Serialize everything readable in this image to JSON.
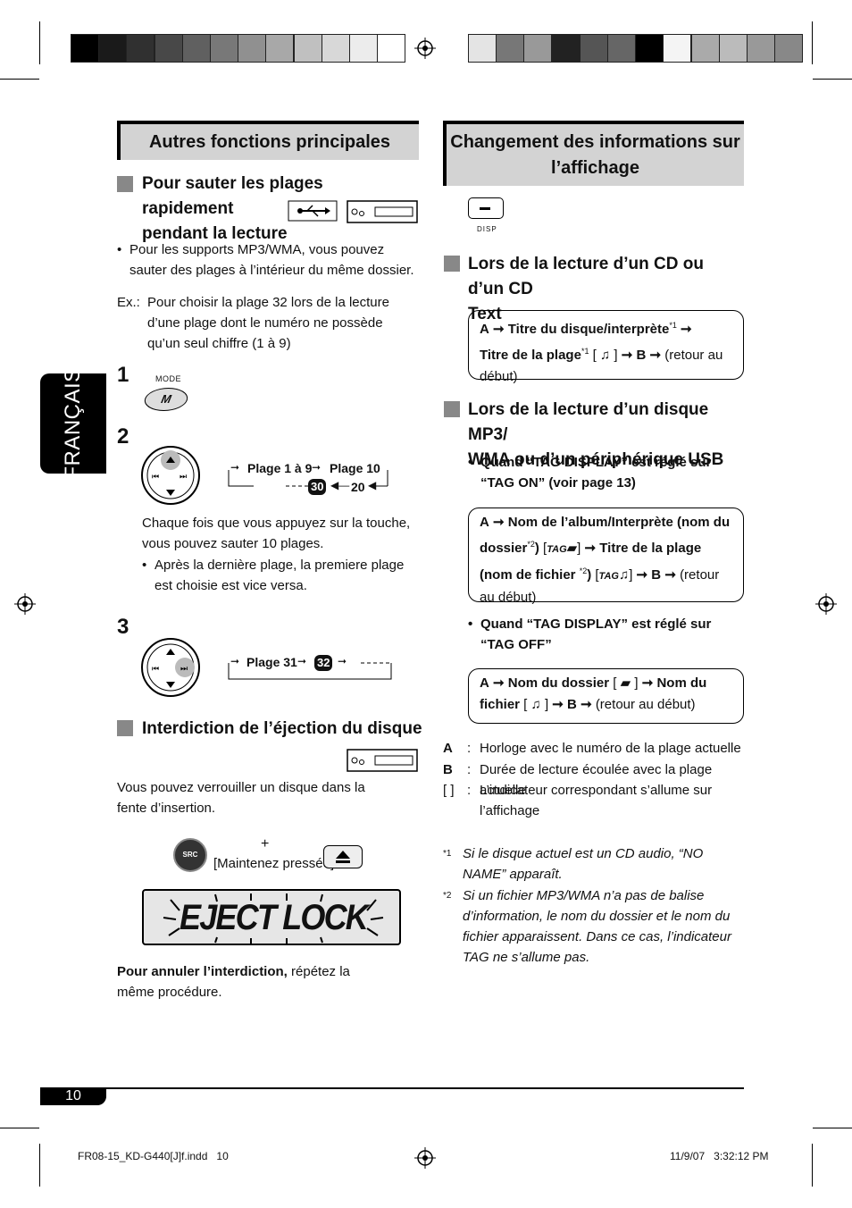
{
  "colors": {
    "header_bg": "#d3d3d3",
    "bullet_square": "#888888",
    "tab_bg": "#000000",
    "swatches_left": [
      "#000000",
      "#1a1a1a",
      "#303030",
      "#484848",
      "#606060",
      "#787878",
      "#909090",
      "#a8a8a8",
      "#c0c0c0",
      "#d8d8d8",
      "#ececec",
      "#ffffff"
    ],
    "swatches_right": [
      "#e4e4e4",
      "#777777",
      "#999999",
      "#222222",
      "#555555",
      "#666666",
      "#000000",
      "#f4f4f4",
      "#aaaaaa",
      "#bbbbbb",
      "#999999",
      "#888888"
    ]
  },
  "side_tab": "FRANÇAIS",
  "left": {
    "header": "Autres fonctions principales",
    "sec1_title_line1": "Pour sauter les plages rapidement",
    "sec1_title_line2": "pendant la lecture",
    "bullet1": "Pour les supports MP3/WMA, vous pouvez sauter des plages à l’intérieur du même dossier.",
    "ex_label": "Ex.:",
    "ex_text": "Pour choisir la plage 32 lors de la lecture d’une plage dont le numéro ne possède qu’un seul chiffre (1 à 9)",
    "step1": "1",
    "mode_label": "MODE",
    "mode_key": "M",
    "step2": "2",
    "plage_1_9": "Plage 1 à 9",
    "plage_10": "Plage 10",
    "num_30": "30",
    "num_20": "20",
    "step2_text": "Chaque fois que vous appuyez sur la touche, vous pouvez sauter 10 plages.",
    "step2_bullet": "Après la dernière plage, la premiere plage est choisie est vice versa.",
    "step3": "3",
    "plage_31": "Plage 31",
    "num_32": "32",
    "sec2_title": "Interdiction de l’éjection du disque",
    "sec2_text": "Vous pouvez verrouiller un disque dans la fente d’insertion.",
    "src_label": "SRC",
    "plus": "+",
    "hold": "[Maintenez pressée]",
    "display_text": "EJECT LOCK",
    "cancel_bold": "Pour annuler l’interdiction,",
    "cancel_rest": " répétez la même procédure."
  },
  "right": {
    "header_line1": "Changement des informations sur",
    "header_line2": "l’affichage",
    "disp_label": "DISP",
    "sec1_title_line1": "Lors de la lecture d’un CD ou d’un CD",
    "sec1_title_line2": "Text",
    "box1": {
      "a": "A",
      "t1": "Titre du disque/interprète",
      "s1": "*1",
      "t2": "Titre de la plage",
      "s2": "*1",
      "b": "B",
      "ret": "(retour au début)"
    },
    "sec2_title_line1": "Lors de la lecture d’un disque MP3/",
    "sec2_title_line2": "WMA ou d’un périphérique USB",
    "bullet_on": "Quand “TAG DISPLAY” est réglé sur “TAG ON” (voir page 13)",
    "box2": {
      "a": "A",
      "t1": "Nom de l’album/Interprète (nom du dossier",
      "s1": "*2",
      "tag": "TAG",
      "t2": "Titre de la plage (nom de fichier",
      "s2": "*2",
      "b": "B",
      "ret": "(retour au début)"
    },
    "bullet_off": "Quand “TAG DISPLAY” est réglé sur “TAG OFF”",
    "box3": {
      "a": "A",
      "t1": "Nom du dossier",
      "t2": "Nom du fichier",
      "b": "B",
      "ret": "(retour au début)"
    },
    "legend": [
      {
        "key": "A",
        "sep": ":",
        "text": "Horloge avec le numéro de la plage actuelle"
      },
      {
        "key": "B",
        "sep": ":",
        "text": "Durée de lecture écoulée avec la plage actuelle"
      },
      {
        "key": "[ ]",
        "sep": ":",
        "text": "L’indicateur correspondant s’allume sur l’affichage"
      }
    ],
    "notes": [
      {
        "mark": "*1",
        "text": "Si le disque actuel est un CD audio, “NO NAME” apparaît."
      },
      {
        "mark": "*2",
        "text": "Si un fichier MP3/WMA n’a pas de balise d’information, le nom du dossier et le nom du fichier apparaissent. Dans ce cas, l’indicateur TAG ne s’allume pas."
      }
    ]
  },
  "footer": {
    "page_number": "10",
    "file": "FR08-15_KD-G440[J]f.indd   10",
    "date": "11/9/07   3:32:12 PM"
  }
}
